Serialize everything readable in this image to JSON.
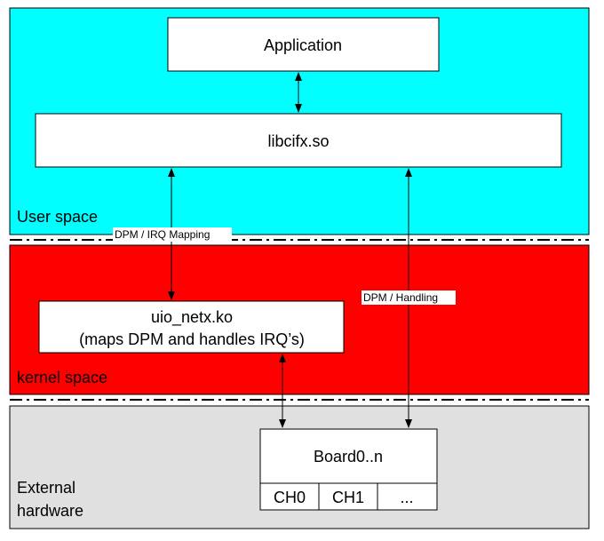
{
  "colors": {
    "user_space": "#00ffff",
    "kernel_space": "#ff0000",
    "hardware": "#e0e0e0",
    "box_fill": "#ffffff",
    "stroke": "#000000"
  },
  "regions": {
    "user_space_label": "User space",
    "kernel_space_label": "kernel space",
    "hardware_label_line1": "External",
    "hardware_label_line2": "hardware"
  },
  "boxes": {
    "application": "Application",
    "libcifx": "libcifx.so",
    "uio_line1": "uio_netx.ko",
    "uio_line2": "(maps DPM and handles IRQ’s)",
    "board": "Board0..n",
    "channels": [
      "CH0",
      "CH1",
      "..."
    ]
  },
  "connectors": {
    "dpm_irq_mapping": "DPM / IRQ Mapping",
    "dpm_handling": "DPM / Handling"
  }
}
